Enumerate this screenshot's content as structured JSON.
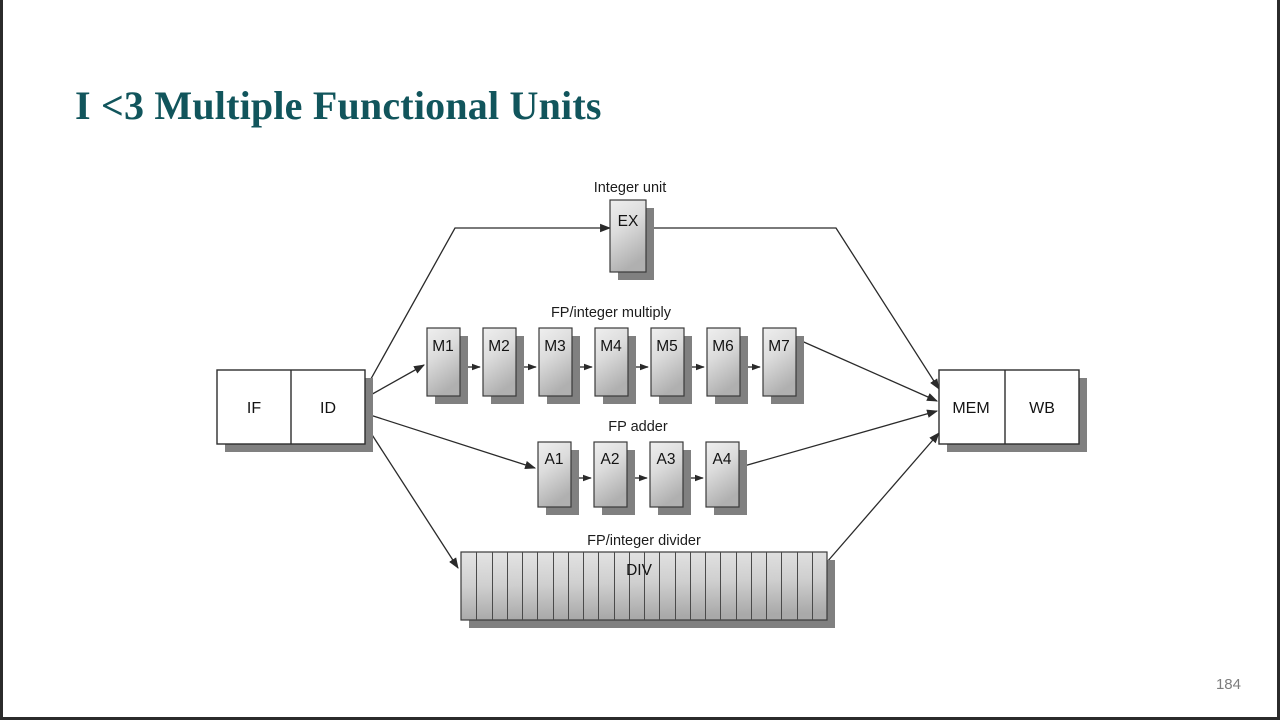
{
  "slide": {
    "title": "I <3 Multiple Functional Units",
    "page_number": "184",
    "title_color": "#11555c",
    "background_color": "#ffffff",
    "border_color": "#2b2b2b"
  },
  "diagram": {
    "front_stage": {
      "name": "fetch-decode",
      "cells": [
        "IF",
        "ID"
      ]
    },
    "back_stage": {
      "name": "memory-writeback",
      "cells": [
        "MEM",
        "WB"
      ]
    },
    "functional_units": [
      {
        "id": "integer-unit",
        "label": "Integer unit",
        "stages": [
          "EX"
        ]
      },
      {
        "id": "fp-integer-multiply",
        "label": "FP/integer multiply",
        "stages": [
          "M1",
          "M2",
          "M3",
          "M4",
          "M5",
          "M6",
          "M7"
        ]
      },
      {
        "id": "fp-adder",
        "label": "FP adder",
        "stages": [
          "A1",
          "A2",
          "A3",
          "A4"
        ]
      },
      {
        "id": "fp-integer-divider",
        "label": "FP/integer divider",
        "stages": [
          "DIV"
        ],
        "cell_count": 24
      }
    ],
    "colors": {
      "stage_fill_light": "#eaeaea",
      "stage_fill_dark": "#b4b4b4",
      "shadow": "#808080",
      "outline": "#3a3a3a",
      "line": "#2a2a2a"
    }
  }
}
